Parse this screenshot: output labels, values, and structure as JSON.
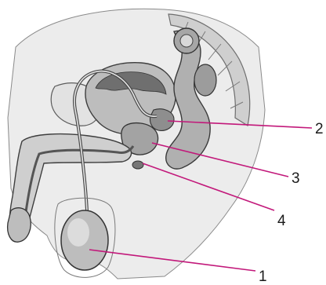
{
  "figure": {
    "labels": [
      {
        "id": "1",
        "text": "1"
      },
      {
        "id": "2",
        "text": "2"
      },
      {
        "id": "3",
        "text": "3"
      },
      {
        "id": "4",
        "text": "4"
      }
    ],
    "colors": {
      "leader": "#c2187a",
      "label_text": "#1a1a1a",
      "tissue_light": "#d9d9d9",
      "tissue_mid": "#a8a8a8",
      "tissue_dark": "#5a5a5a",
      "outline": "#333333"
    }
  }
}
